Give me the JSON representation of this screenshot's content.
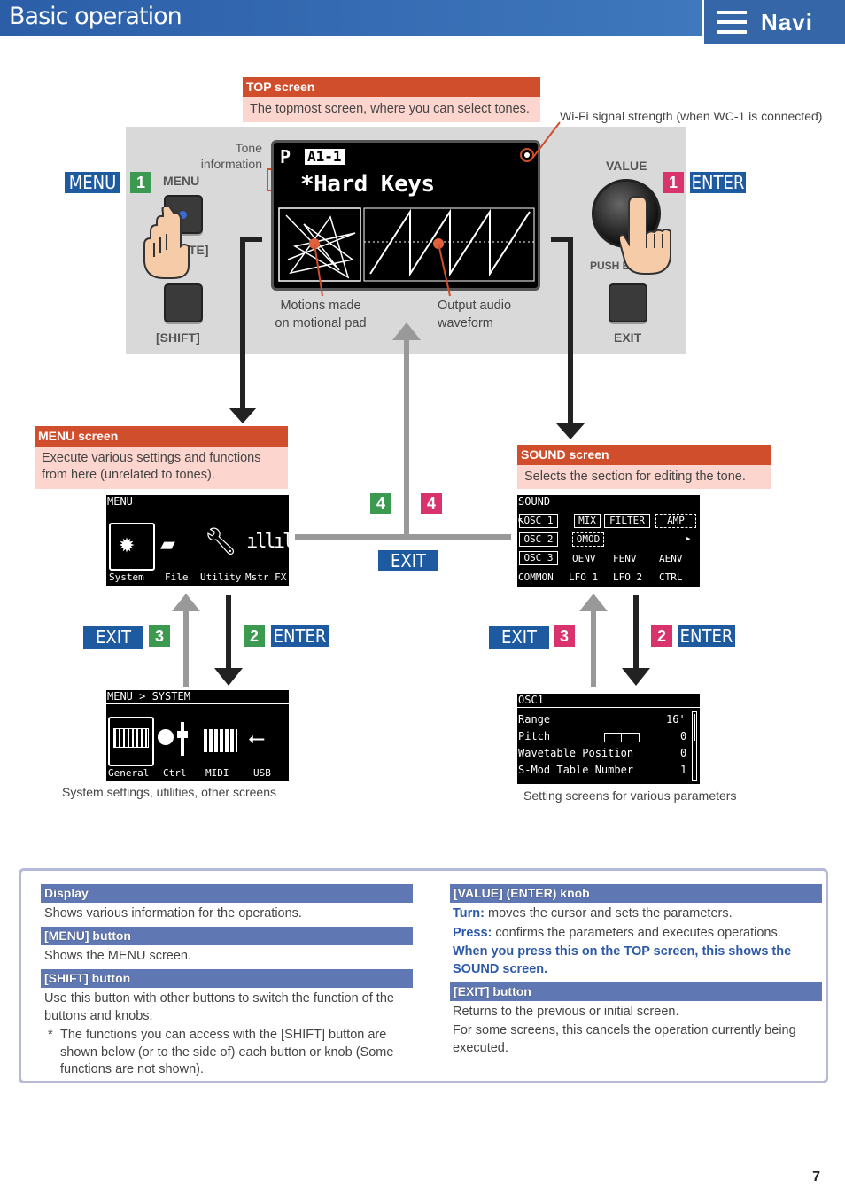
{
  "header": {
    "title": "Basic operation",
    "navi_label": "Navi"
  },
  "top_screen": {
    "head": "TOP screen",
    "body": "The topmost screen, where you can select tones."
  },
  "wifi_note": "Wi-Fi signal strength (when WC-1 is connected)",
  "panel": {
    "tone_info_1": "Tone",
    "tone_info_2": "information",
    "menu_hw": "MENU",
    "shift_hw": "[SHIFT]",
    "partial_te": "TE]",
    "value_hw": "VALUE",
    "push_hw": "PUSH E",
    "exit_hw": "EXIT",
    "lcd_p": "P",
    "lcd_patch": "A1-1",
    "lcd_tone": "*Hard Keys",
    "motion_1": "Motions made",
    "motion_2": "on motional pad",
    "output_1": "Output audio",
    "output_2": "waveform"
  },
  "tags": {
    "menu": "MENU",
    "enter": "ENTER",
    "exit": "EXIT",
    "n1": "1",
    "n2": "2",
    "n3": "3",
    "n4": "4"
  },
  "menu_screen": {
    "head": "MENU screen",
    "body_1": "Execute various settings and functions",
    "body_2": "from here (unrelated to tones)."
  },
  "sound_screen": {
    "head": "SOUND screen",
    "body": "Selects the section for editing the tone."
  },
  "lcd_menu": {
    "title": "MENU",
    "items": [
      "System",
      "File",
      "Utility",
      "Mstr FX"
    ]
  },
  "lcd_system": {
    "title": "MENU > SYSTEM",
    "items": [
      "General",
      "Ctrl",
      "MIDI",
      "USB"
    ]
  },
  "lcd_sound": {
    "title": "SOUND",
    "row1": [
      "OSC 1",
      "MIX",
      "FILTER",
      "AMP"
    ],
    "row2": [
      "OSC 2",
      "OMOD"
    ],
    "row3": [
      "OSC 3",
      "OENV",
      "FENV",
      "AENV"
    ],
    "row4": [
      "COMMON",
      "LFO 1",
      "LFO 2",
      "CTRL"
    ]
  },
  "lcd_osc": {
    "title": "OSC1",
    "params": [
      {
        "name": "Range",
        "value": "16'"
      },
      {
        "name": "Pitch",
        "value": "0"
      },
      {
        "name": "Wavetable Position",
        "value": "0"
      },
      {
        "name": "S-Mod Table Number",
        "value": "1"
      }
    ]
  },
  "caption_left": "System settings, utilities, other screens",
  "caption_right": "Setting screens for various parameters",
  "info": {
    "display_head": "Display",
    "display_text": "Shows various information for the operations.",
    "menu_head": "[MENU] button",
    "menu_text": "Shows the MENU screen.",
    "shift_head": "[SHIFT] button",
    "shift_text": "Use this button with other buttons to switch the function of the buttons and knobs.",
    "shift_note_star": "*",
    "shift_note": "The functions you can access with the [SHIFT] button are shown below (or to the side of) each button or knob  (Some functions are not shown).",
    "value_head": "[VALUE] (ENTER) knob",
    "turn_label": "Turn:",
    "turn_text": " moves the cursor and sets the parameters.",
    "press_label": "Press:",
    "press_text": " confirms the parameters and executes operations.",
    "top_note": "When you press this on the TOP screen, this shows the SOUND screen.",
    "exit_head": "[EXIT] button",
    "exit_text_1": "Returns to the previous or initial screen.",
    "exit_text_2": "For some screens, this cancels the operation currently being executed."
  },
  "page_number": "7",
  "colors": {
    "header_blue": "#2b5ea7",
    "tag_blue": "#1e5aa0",
    "orange": "#d04e2c",
    "green": "#3c9a50",
    "magenta": "#d8336d"
  }
}
